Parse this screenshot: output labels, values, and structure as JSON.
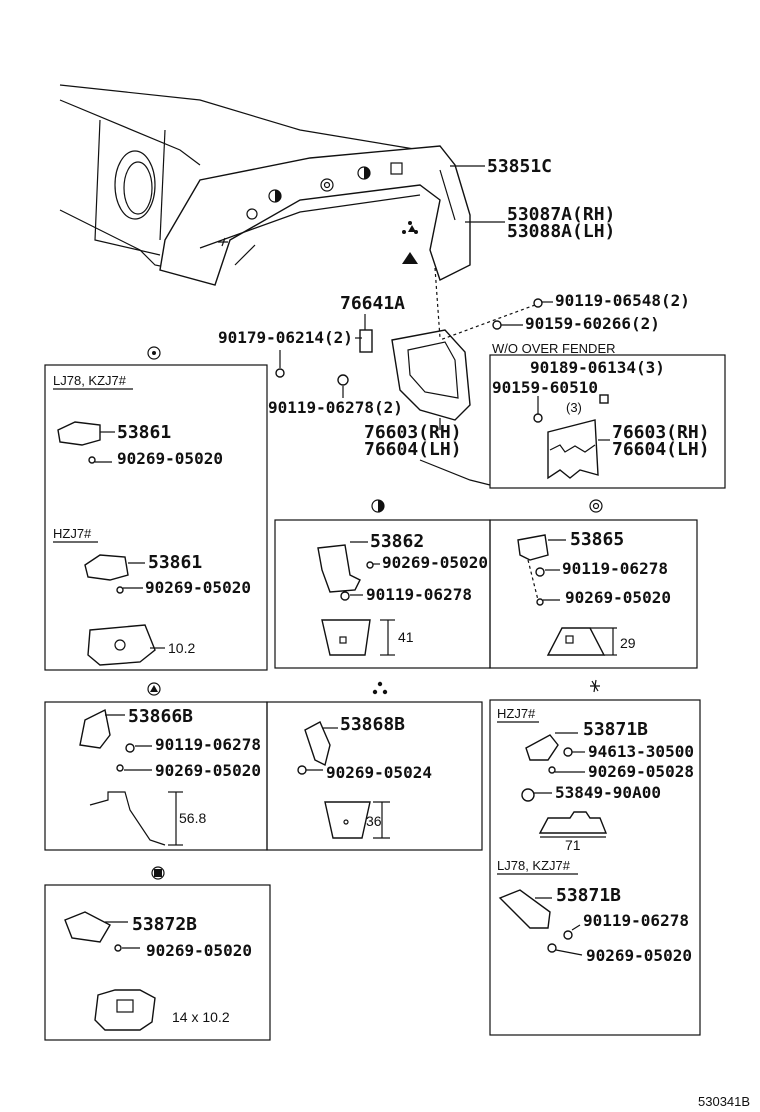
{
  "callouts": {
    "fender_top": "53851C",
    "fender_rh": "53087A(RH)",
    "fender_lh": "53088A(LH)",
    "bracket_76641": "76641A",
    "bolt_06548": "90119-06548(2)",
    "nut_60266": "90159-60266(2)",
    "screw_06214": "90179-06214(2)",
    "bolt_06278_2": "90119-06278(2)",
    "mudguard_rh": "76603(RH)",
    "mudguard_lh": "76604(LH)"
  },
  "wo_over_fender": {
    "title": "W/O OVER FENDER",
    "clip": "90189-06134(3)",
    "nut": "90159-60510",
    "count": "(3)",
    "rh": "76603(RH)",
    "lh": "76604(LH)"
  },
  "box_53861": {
    "variant1": "LJ78, KZJ7#",
    "part1": "53861",
    "clip1": "90269-05020",
    "variant2": "HZJ7#",
    "part2": "53861",
    "clip2": "90269-05020",
    "dim": "10.2"
  },
  "box_53862": {
    "part": "53862",
    "clip": "90269-05020",
    "bolt": "90119-06278",
    "dim": "41"
  },
  "box_53865": {
    "part": "53865",
    "bolt": "90119-06278",
    "clip": "90269-05020",
    "dim": "29"
  },
  "box_53866": {
    "part": "53866B",
    "bolt": "90119-06278",
    "clip": "90269-05020",
    "dim": "56.8"
  },
  "box_53868": {
    "part": "53868B",
    "clip": "90269-05024",
    "dim": "36"
  },
  "box_53871": {
    "variant1": "HZJ7#",
    "part1": "53871B",
    "washer": "94613-30500",
    "clip1": "90269-05028",
    "grommet": "53849-90A00",
    "dim": "71",
    "variant2": "LJ78, KZJ7#",
    "part2": "53871B",
    "bolt": "90119-06278",
    "clip2": "90269-05020"
  },
  "box_53872": {
    "part": "53872B",
    "clip": "90269-05020",
    "dim": "14 x 10.2"
  },
  "diagram_id": "530341B",
  "symbols": {
    "box_53861": "target-circle-icon",
    "box_53862": "half-circle-icon",
    "box_53865": "ring-circle-icon",
    "box_53866": "triangle-icon",
    "box_53868": "three-dots-icon",
    "box_53871": "cross-mark-icon",
    "box_53872": "notched-square-icon"
  }
}
